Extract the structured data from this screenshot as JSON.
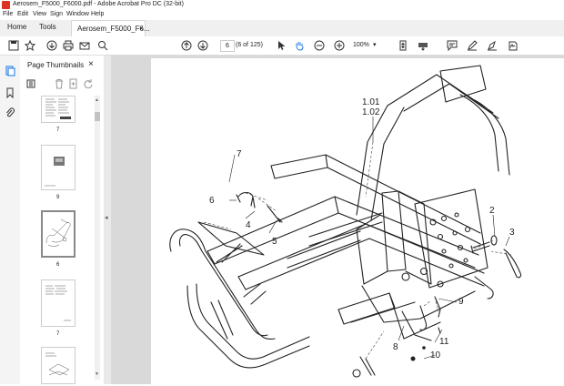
{
  "window": {
    "title": "Aerosem_F5000_F6000.pdf - Adobe Acrobat Pro DC (32-bit)"
  },
  "menu": [
    "File",
    "Edit",
    "View",
    "Sign",
    "Window",
    "Help"
  ],
  "tabs": {
    "home": "Home",
    "tools": "Tools",
    "document": "Aerosem_F5000_F6...",
    "close": "×"
  },
  "toolbar": {
    "page_number": "6",
    "page_count": "(6 of 125)",
    "zoom": "100%"
  },
  "panel": {
    "title": "Page Thumbnails",
    "close": "×"
  },
  "thumbnails": [
    {
      "label": "7"
    },
    {
      "label": "9"
    },
    {
      "label": "6"
    },
    {
      "label": "7"
    }
  ],
  "drawing_labels": {
    "l101": "1.01",
    "l102": "1.02",
    "l2": "2",
    "l3": "3",
    "l4": "4",
    "l5": "5",
    "l6": "6",
    "l7": "7",
    "l8": "8",
    "l9": "9",
    "l10": "10",
    "l11": "11"
  },
  "colors": {
    "accent": "#1473e6",
    "acrobat_red": "#d32f2f"
  }
}
